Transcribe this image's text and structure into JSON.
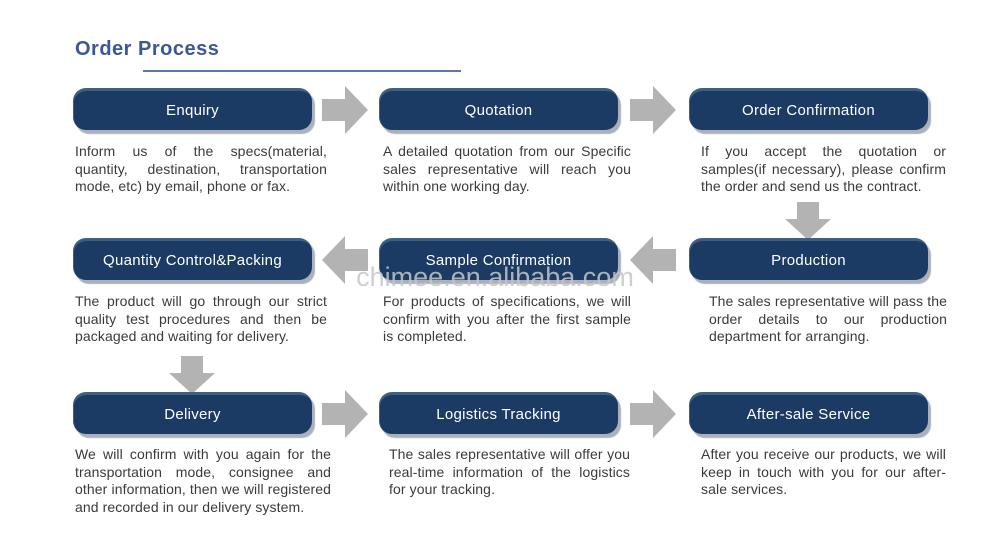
{
  "page": {
    "title": "Order Process",
    "watermark": "chimee.en.alibaba.com"
  },
  "colors": {
    "title": "#3b5795",
    "underline": "#5d77ad",
    "box": "#1b3b64",
    "box-top": "#3c6187",
    "box-shadow": "#aab1bb",
    "label": "#ffffff",
    "arrow": "#b3b3b3",
    "text": "#3a3a3a",
    "watermark": "#c6c6c6"
  },
  "steps": [
    {
      "title": "Enquiry",
      "description": "Inform us of the specs(material, quantity, destination, transportation mode, etc) by email, phone or fax."
    },
    {
      "title": "Quotation",
      "description": "A detailed quotation from our Specific sales representative will reach you within one working day."
    },
    {
      "title": "Order Confirmation",
      "description": "If you accept the quotation or samples(if necessary), please confirm the order and send us the contract."
    },
    {
      "title": "Production",
      "description": "The sales representative will pass the order details to our production department for arranging."
    },
    {
      "title": "Sample Confirmation",
      "description": "For products of specifications, we will confirm with you after the first sample is completed."
    },
    {
      "title": "Quantity Control&Packing",
      "description": "The product will go through our strict quality test procedures and then be packaged and waiting for delivery."
    },
    {
      "title": "Delivery",
      "description": "We will confirm with you again for the transportation mode, consignee and other information, then we will registered and recorded in our delivery system."
    },
    {
      "title": "Logistics Tracking",
      "description": "The sales representative will offer you real-time information of the logistics for your tracking."
    },
    {
      "title": "After-sale Service",
      "description": "After you receive our products, we will keep in touch with you for our after-sale services."
    }
  ],
  "flow_rows": [
    {
      "direction": "right",
      "step_indexes": [
        0,
        1,
        2
      ]
    },
    {
      "direction": "left",
      "step_indexes": [
        5,
        4,
        3
      ]
    },
    {
      "direction": "right",
      "step_indexes": [
        6,
        7,
        8
      ]
    }
  ]
}
